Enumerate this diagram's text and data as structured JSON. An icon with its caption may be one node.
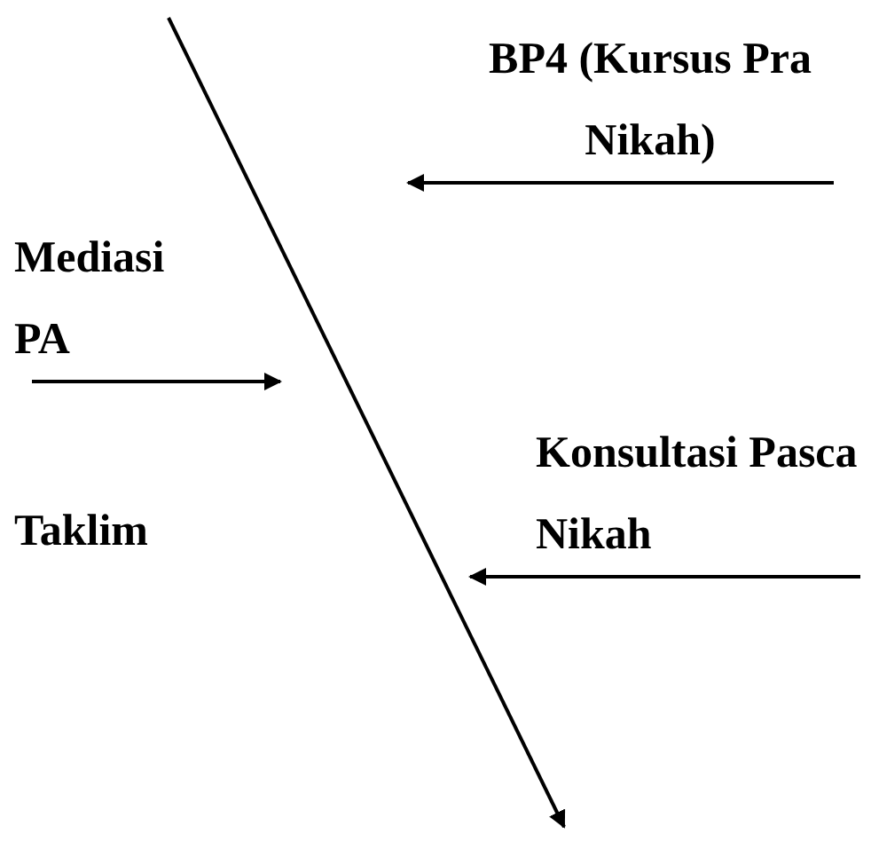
{
  "diagram": {
    "nodes": [
      {
        "text": [
          "BP4 (Kursus Pra Nikah)"
        ]
      },
      {
        "text": [
          "Mediasi PA"
        ]
      },
      {
        "text": [
          "Konsultasi Pasca Nikah"
        ]
      },
      {
        "text": [
          "Taklim"
        ]
      }
    ],
    "edges": [
      {
        "from": 0,
        "to": null,
        "arrow": "to"
      },
      {
        "from": 1,
        "to": null,
        "arrow": "to"
      },
      {
        "from": 2,
        "to": null,
        "arrow": "to"
      }
    ]
  }
}
